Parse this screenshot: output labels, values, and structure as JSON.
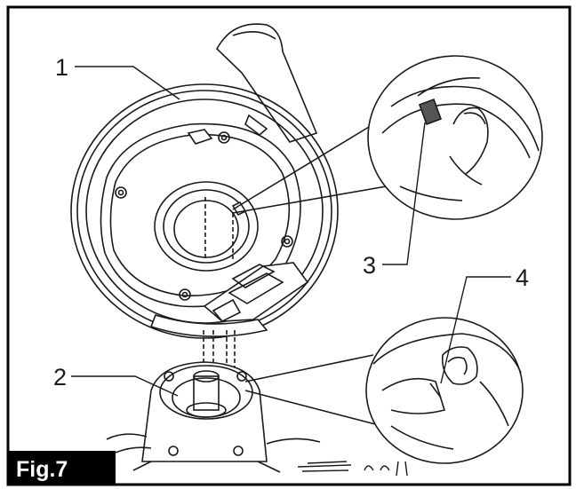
{
  "figure": {
    "label": "Fig.7",
    "callouts": [
      {
        "id": "1",
        "text": "1"
      },
      {
        "id": "2",
        "text": "2"
      },
      {
        "id": "3",
        "text": "3"
      },
      {
        "id": "4",
        "text": "4"
      }
    ],
    "colors": {
      "ink": "#1a1a1a",
      "frame": "#000000",
      "label_bg": "#000000",
      "label_text": "#ffffff",
      "background": "#ffffff"
    }
  }
}
